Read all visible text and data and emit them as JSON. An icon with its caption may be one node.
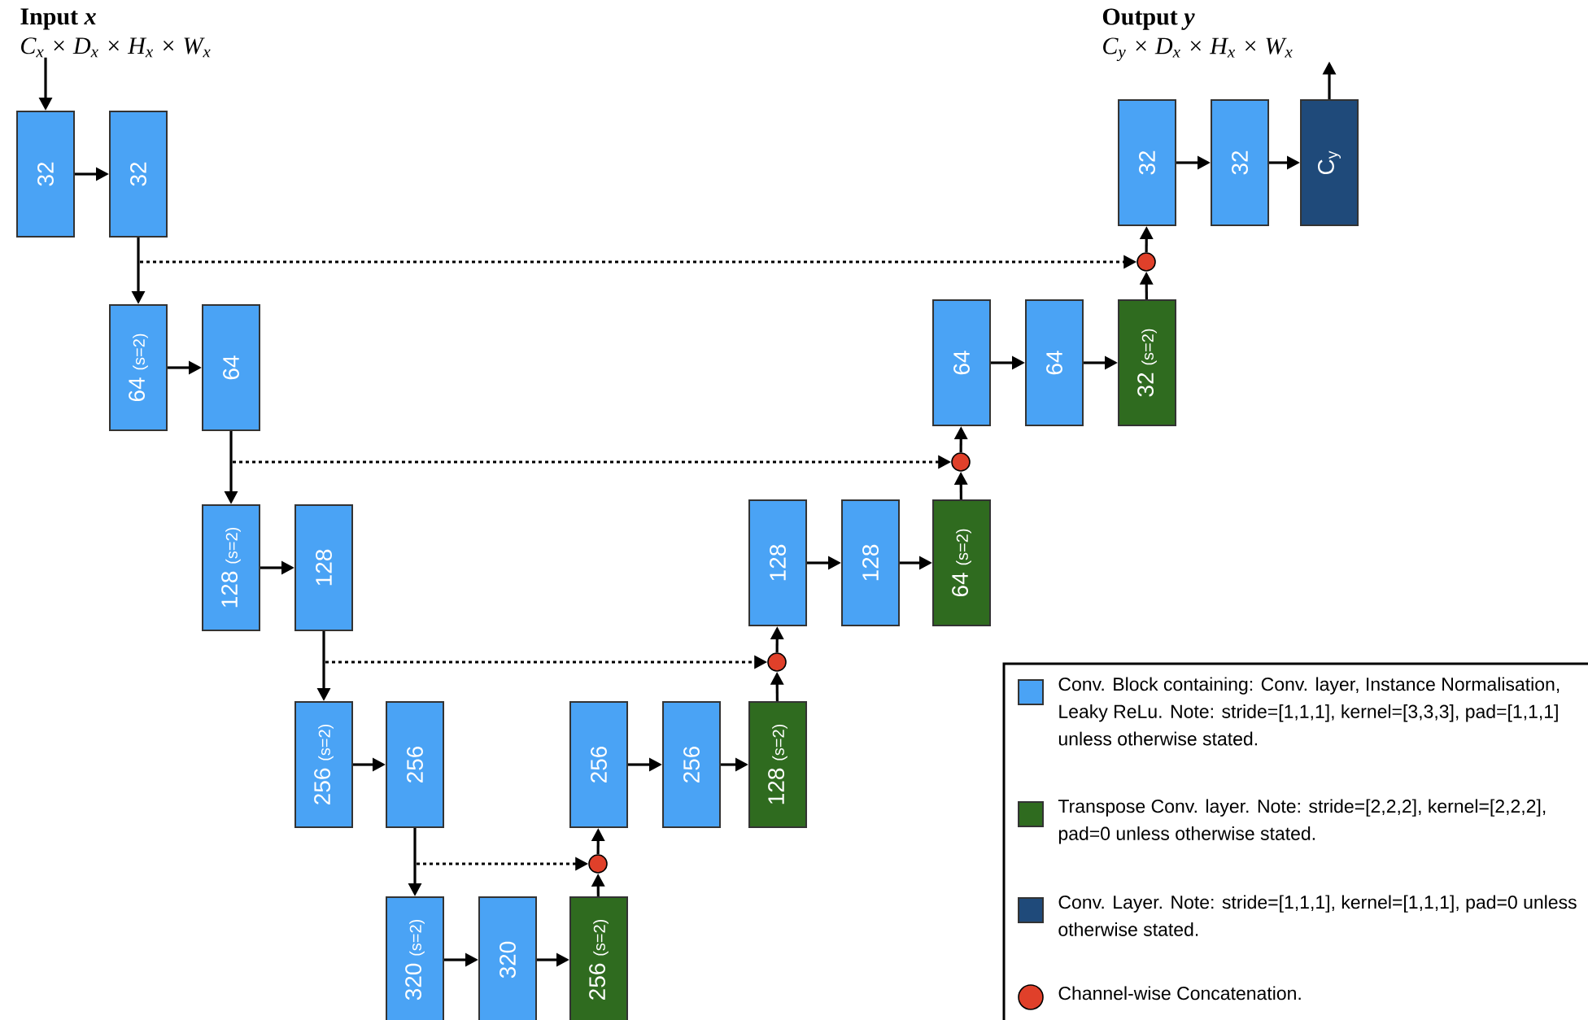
{
  "diagram": {
    "nodes": [
      {
        "text": [
          "Input *x*",
          "C$_{x}$ × D$_{x}$ × H$_{x}$ × W$_{x}$"
        ]
      },
      {
        "text": [
          "Output *y*",
          "C$_{y}$ × D$_{x}$ × H$_{x}$ × W$_{x}$"
        ]
      },
      {
        "text": [
          "32"
        ]
      },
      {
        "text": [
          "32"
        ]
      },
      {
        "text": [
          "32"
        ]
      },
      {
        "text": [
          "32"
        ]
      },
      {
        "text": [
          "C$_{y}$"
        ]
      },
      {
        "text": [],
        "shape": "circle"
      },
      {
        "text": [
          "64",
          "(s=2)"
        ]
      },
      {
        "text": [
          "64"
        ]
      },
      {
        "text": [
          "64"
        ]
      },
      {
        "text": [
          "64"
        ]
      },
      {
        "text": [
          "32",
          "(s=2)"
        ]
      },
      {
        "text": [],
        "shape": "circle"
      },
      {
        "text": [
          "128",
          "(s=2)"
        ]
      },
      {
        "text": [
          "128"
        ]
      },
      {
        "text": [
          "128"
        ]
      },
      {
        "text": [
          "128"
        ]
      },
      {
        "text": [
          "64",
          "(s=2)"
        ]
      },
      {
        "text": [],
        "shape": "circle"
      },
      {
        "text": [
          "256",
          "(s=2)"
        ]
      },
      {
        "text": [
          "256"
        ]
      },
      {
        "text": [
          "256"
        ]
      },
      {
        "text": [
          "256"
        ]
      },
      {
        "text": [
          "128",
          "(s=2)"
        ]
      },
      {
        "text": [],
        "shape": "circle"
      },
      {
        "text": [
          "320",
          "(s=2)"
        ]
      },
      {
        "text": [
          "320"
        ]
      },
      {
        "text": [
          "256",
          "(s=2)"
        ]
      }
    ],
    "edges": [
      {
        "from": 0,
        "to": 2,
        "arrow": "to"
      },
      {
        "from": 2,
        "to": 3,
        "arrow": "to"
      },
      {
        "from": 3,
        "to": 8,
        "arrow": "to"
      },
      {
        "from": 3,
        "to": 7,
        "arrow": "to",
        "style": "dashed"
      },
      {
        "from": 8,
        "to": 9,
        "arrow": "to"
      },
      {
        "from": 9,
        "to": 14,
        "arrow": "to"
      },
      {
        "from": 9,
        "to": 13,
        "arrow": "to",
        "style": "dashed"
      },
      {
        "from": 14,
        "to": 15,
        "arrow": "to"
      },
      {
        "from": 15,
        "to": 20,
        "arrow": "to"
      },
      {
        "from": 15,
        "to": 19,
        "arrow": "to",
        "style": "dashed"
      },
      {
        "from": 20,
        "to": 21,
        "arrow": "to"
      },
      {
        "from": 21,
        "to": 26,
        "arrow": "to"
      },
      {
        "from": 21,
        "to": 25,
        "arrow": "to",
        "style": "dashed"
      },
      {
        "from": 26,
        "to": 27,
        "arrow": "to"
      },
      {
        "from": 27,
        "to": 28,
        "arrow": "to"
      },
      {
        "from": 28,
        "to": 25,
        "arrow": "to"
      },
      {
        "from": 25,
        "to": 22,
        "arrow": "to"
      },
      {
        "from": 22,
        "to": 23,
        "arrow": "to"
      },
      {
        "from": 23,
        "to": 24,
        "arrow": "to"
      },
      {
        "from": 24,
        "to": 19,
        "arrow": "to"
      },
      {
        "from": 19,
        "to": 16,
        "arrow": "to"
      },
      {
        "from": 16,
        "to": 17,
        "arrow": "to"
      },
      {
        "from": 17,
        "to": 18,
        "arrow": "to"
      },
      {
        "from": 18,
        "to": 13,
        "arrow": "to"
      },
      {
        "from": 13,
        "to": 10,
        "arrow": "to"
      },
      {
        "from": 10,
        "to": 11,
        "arrow": "to"
      },
      {
        "from": 11,
        "to": 12,
        "arrow": "to"
      },
      {
        "from": 12,
        "to": 7,
        "arrow": "to"
      },
      {
        "from": 7,
        "to": 4,
        "arrow": "to"
      },
      {
        "from": 4,
        "to": 5,
        "arrow": "to"
      },
      {
        "from": 5,
        "to": 6,
        "arrow": "to"
      },
      {
        "from": 6,
        "to": 1,
        "arrow": "to"
      }
    ],
    "legend": [
      {
        "text": "Conv. Block containing: Conv. layer, Instance Normalisation, Leaky ReLu. Note: stride=[1,1,1], kernel=[3,3,3], pad=[1,1,1] unless otherwise stated.",
        "color": "#4aa3f5"
      },
      {
        "text": "Transpose Conv. layer. Note: stride=[2,2,2], kernel=[2,2,2], pad=0 unless otherwise stated.",
        "color": "#2f6b1f"
      },
      {
        "text": "Conv. Layer. Note: stride=[1,1,1], kernel=[1,1,1], pad=0 unless otherwise stated.",
        "color": "#1f4a7a"
      },
      {
        "text": "Channel-wise Concatenation."
      }
    ]
  }
}
